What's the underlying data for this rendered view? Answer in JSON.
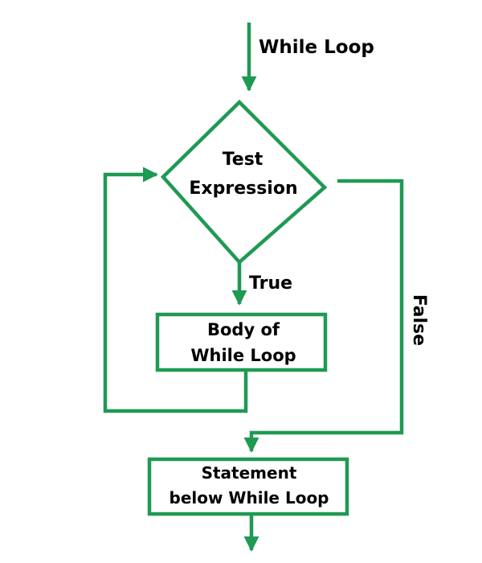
{
  "diagram": {
    "accent_color": "#1e9a52",
    "entry_label": "While Loop",
    "decision": {
      "line1": "Test",
      "line2": "Expression"
    },
    "true_label": "True",
    "false_label": "False",
    "body_box": {
      "line1": "Body of",
      "line2": "While Loop"
    },
    "exit_box": {
      "line1": "Statement",
      "line2": "below While Loop"
    }
  }
}
